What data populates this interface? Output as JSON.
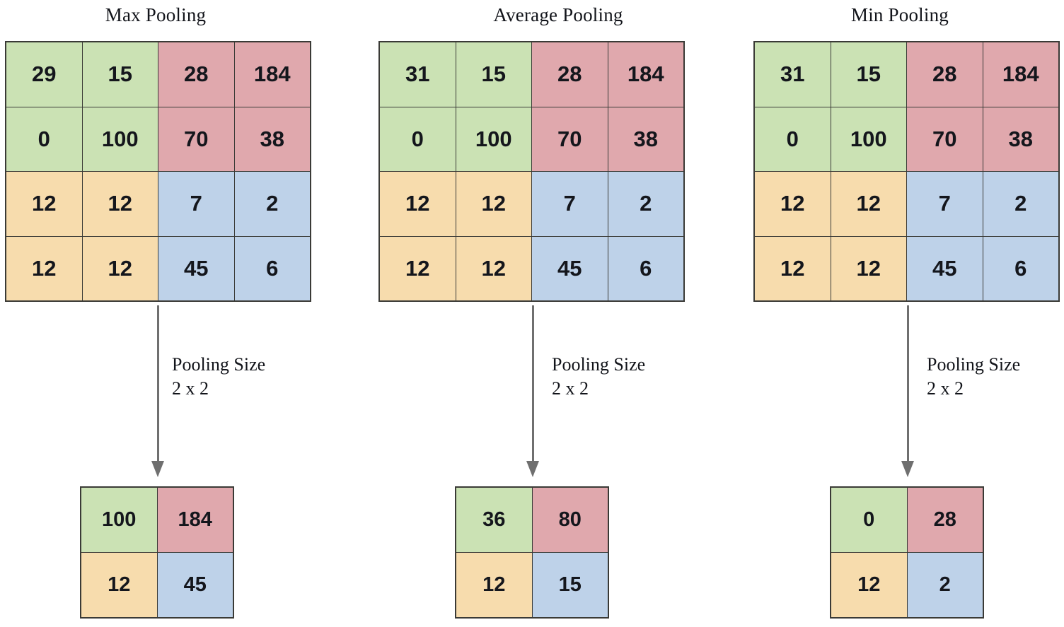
{
  "figure": {
    "type": "pooling-comparison-diagram",
    "colors": {
      "green": "#cbe2b4",
      "red": "#e0a8ad",
      "orange": "#f7dcad",
      "blue": "#bed2e9",
      "grid_border": "#3a3a36",
      "arrow": "#6f6f6f",
      "text": "#12141a",
      "background": "#ffffff"
    }
  },
  "panels": [
    {
      "title": "Max Pooling",
      "input_grid": {
        "rows": 4,
        "cols": 4,
        "values": [
          [
            "29",
            "15",
            "28",
            "184"
          ],
          [
            "0",
            "100",
            "70",
            "38"
          ],
          [
            "12",
            "12",
            "7",
            "2"
          ],
          [
            "12",
            "12",
            "45",
            "6"
          ]
        ],
        "quadrant_colors": [
          [
            "green",
            "green",
            "red",
            "red"
          ],
          [
            "green",
            "green",
            "red",
            "red"
          ],
          [
            "orange",
            "orange",
            "blue",
            "blue"
          ],
          [
            "orange",
            "orange",
            "blue",
            "blue"
          ]
        ]
      },
      "caption": {
        "line1": "Pooling Size",
        "line2": "2 x 2"
      },
      "output_grid": {
        "rows": 2,
        "cols": 2,
        "values": [
          [
            "100",
            "184"
          ],
          [
            "12",
            "45"
          ]
        ],
        "quadrant_colors": [
          [
            "green",
            "red"
          ],
          [
            "orange",
            "blue"
          ]
        ]
      }
    },
    {
      "title": "Average Pooling",
      "input_grid": {
        "rows": 4,
        "cols": 4,
        "values": [
          [
            "31",
            "15",
            "28",
            "184"
          ],
          [
            "0",
            "100",
            "70",
            "38"
          ],
          [
            "12",
            "12",
            "7",
            "2"
          ],
          [
            "12",
            "12",
            "45",
            "6"
          ]
        ],
        "quadrant_colors": [
          [
            "green",
            "green",
            "red",
            "red"
          ],
          [
            "green",
            "green",
            "red",
            "red"
          ],
          [
            "orange",
            "orange",
            "blue",
            "blue"
          ],
          [
            "orange",
            "orange",
            "blue",
            "blue"
          ]
        ]
      },
      "caption": {
        "line1": "Pooling Size",
        "line2": "2 x 2"
      },
      "output_grid": {
        "rows": 2,
        "cols": 2,
        "values": [
          [
            "36",
            "80"
          ],
          [
            "12",
            "15"
          ]
        ],
        "quadrant_colors": [
          [
            "green",
            "red"
          ],
          [
            "orange",
            "blue"
          ]
        ]
      }
    },
    {
      "title": "Min Pooling",
      "input_grid": {
        "rows": 4,
        "cols": 4,
        "values": [
          [
            "31",
            "15",
            "28",
            "184"
          ],
          [
            "0",
            "100",
            "70",
            "38"
          ],
          [
            "12",
            "12",
            "7",
            "2"
          ],
          [
            "12",
            "12",
            "45",
            "6"
          ]
        ],
        "quadrant_colors": [
          [
            "green",
            "green",
            "red",
            "red"
          ],
          [
            "green",
            "green",
            "red",
            "red"
          ],
          [
            "orange",
            "orange",
            "blue",
            "blue"
          ],
          [
            "orange",
            "orange",
            "blue",
            "blue"
          ]
        ]
      },
      "caption": {
        "line1": "Pooling Size",
        "line2": "2 x 2"
      },
      "output_grid": {
        "rows": 2,
        "cols": 2,
        "values": [
          [
            "0",
            "28"
          ],
          [
            "12",
            "2"
          ]
        ],
        "quadrant_colors": [
          [
            "green",
            "red"
          ],
          [
            "orange",
            "blue"
          ]
        ]
      }
    }
  ]
}
